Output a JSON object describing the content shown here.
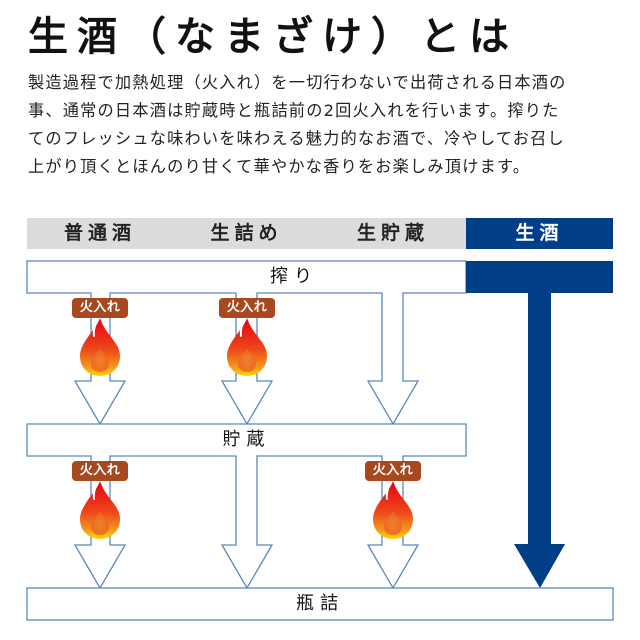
{
  "title": "生酒（なまざけ）とは",
  "description": {
    "lines": [
      "製造過程で加熱処理（火入れ）を一切行わないで出荷される日本酒の",
      "事、通常の日本酒は貯蔵時と瓶詰前の2回火入れを行います。搾りた",
      "てのフレッシュな味わいを味わえる魅力的なお酒で、冷やしてお召し",
      "上がり頂くとほんのり甘くて華やかな香りをお楽しみ頂けます。"
    ]
  },
  "diagram": {
    "columns": [
      {
        "label": "普通酒",
        "style": "gray"
      },
      {
        "label": "生詰め",
        "style": "gray"
      },
      {
        "label": "生貯蔵",
        "style": "gray"
      },
      {
        "label": "生酒",
        "style": "blue"
      }
    ],
    "stages": {
      "pressing": "搾り",
      "storage": "貯蔵",
      "bottling": "瓶詰"
    },
    "heat_label": "火入れ",
    "heat_treatment": {
      "普通酒": {
        "before_storage": true,
        "before_bottling": true
      },
      "生詰め": {
        "before_storage": true,
        "before_bottling": false
      },
      "生貯蔵": {
        "before_storage": false,
        "before_bottling": true
      },
      "生酒": {
        "before_storage": false,
        "before_bottling": false
      }
    },
    "colors": {
      "accent_blue": "#003f87",
      "outline_blue": "#5b87c0",
      "header_gray": "#dcdcdc",
      "badge_brown": "#a8481f"
    }
  }
}
